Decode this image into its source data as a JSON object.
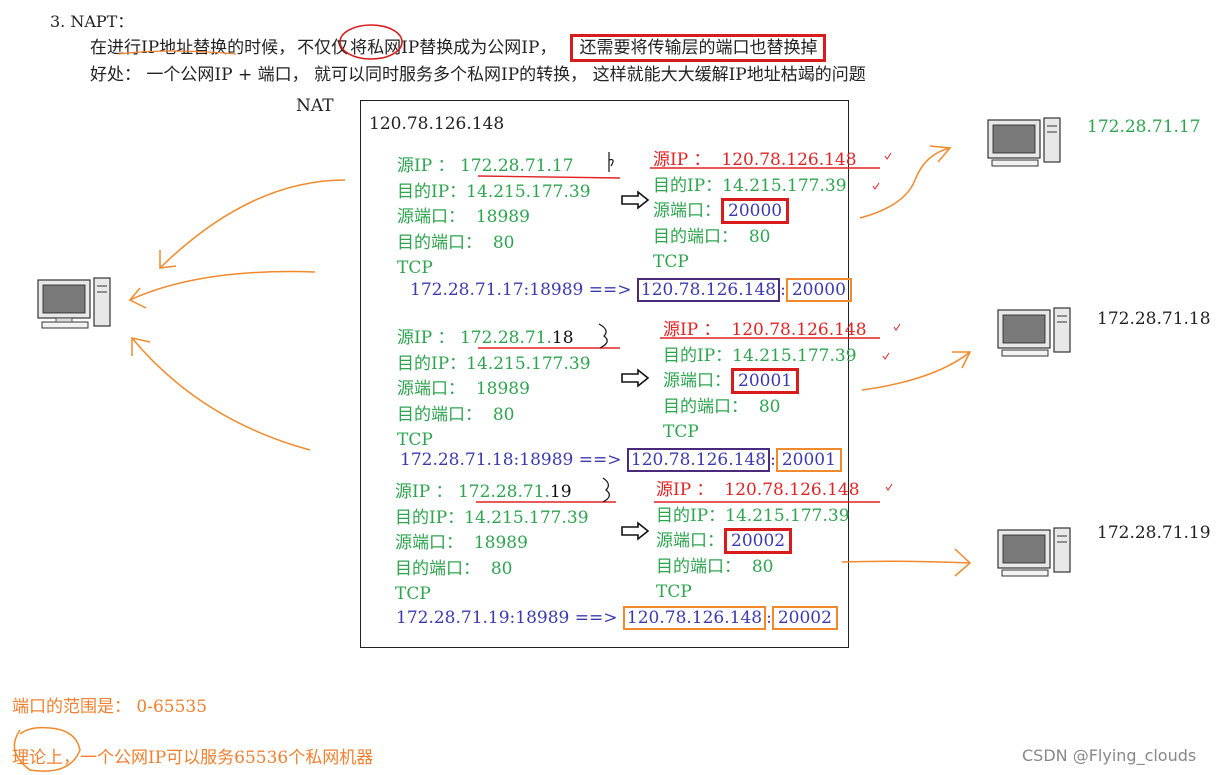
{
  "header": {
    "title": "3. NAPT：",
    "line1_a": "在进行IP地址替换的时候，",
    "line1_b": "不仅仅",
    "line1_c": "将私网IP替换成为公网IP，",
    "line1_d": "还需要将传输层的端口也替换掉",
    "line2": "好处：  一个公网IP + 端口，  就可以同时服务多个私网IP的转换，  这样就能大大缓解IP地址枯竭的问题"
  },
  "nat": {
    "label": "NAT",
    "public_ip": "120.78.126.148"
  },
  "blocks": [
    {
      "src": {
        "src_ip_label": "源IP  ：",
        "src_ip": "172.28.71.17",
        "dst_ip_label": "目的IP：",
        "dst_ip": "14.215.177.39",
        "src_port_label": "源端口：",
        "src_port": "18989",
        "dst_port_label": "目的端口：",
        "dst_port": "80",
        "proto": "TCP"
      },
      "dst": {
        "src_ip_label": "源IP  ：",
        "src_ip": "120.78.126.148",
        "dst_ip_label": "目的IP：",
        "dst_ip": "14.215.177.39",
        "src_port_label": "源端口：",
        "src_port": "20000",
        "dst_port_label": "目的端口：",
        "dst_port": "80",
        "proto": "TCP"
      },
      "mapping_left": "172.28.71.17:18989 ==>",
      "mapping_ip": "120.78.126.148",
      "mapping_colon": ":",
      "mapping_port": "20000"
    },
    {
      "src": {
        "src_ip_label": "源IP  ：",
        "src_ip": "172.28.71.",
        "src_ip_hand": "18",
        "dst_ip_label": "目的IP：",
        "dst_ip": "14.215.177.39",
        "src_port_label": "源端口：",
        "src_port": "18989",
        "dst_port_label": "目的端口：",
        "dst_port": "80",
        "proto": "TCP"
      },
      "dst": {
        "src_ip_label": "源IP  ：",
        "src_ip": "120.78.126.148",
        "dst_ip_label": "目的IP：",
        "dst_ip": "14.215.177.39",
        "src_port_label": "源端口：",
        "src_port": "20001",
        "dst_port_label": "目的端口：",
        "dst_port": "80",
        "proto": "TCP"
      },
      "mapping_left": "172.28.71.18:18989 ==>",
      "mapping_ip": "120.78.126.148",
      "mapping_colon": ":",
      "mapping_port": "20001"
    },
    {
      "src": {
        "src_ip_label": "源IP  ：",
        "src_ip": "172.28.71.",
        "src_ip_hand": "19",
        "dst_ip_label": "目的IP：",
        "dst_ip": "14.215.177.39",
        "src_port_label": "源端口：",
        "src_port": "18989",
        "dst_port_label": "目的端口：",
        "dst_port": "80",
        "proto": "TCP"
      },
      "dst": {
        "src_ip_label": "源IP  ：",
        "src_ip": "120.78.126.148",
        "dst_ip_label": "目的IP：",
        "dst_ip": "14.215.177.39",
        "src_port_label": "源端口：",
        "src_port": "20002",
        "dst_port_label": "目的端口：",
        "dst_port": "80",
        "proto": "TCP"
      },
      "mapping_left": "172.28.71.19:18989 ==>",
      "mapping_ip": "120.78.126.148",
      "mapping_colon": ":",
      "mapping_port": "20002"
    }
  ],
  "hosts": [
    "172.28.71.17",
    "172.28.71.18",
    "172.28.71.19"
  ],
  "footer": {
    "port_range": "端口的范围是：  0-65535",
    "theory_a": "理论上",
    "theory_b": "，一个公网IP可以服务65536个私网机器",
    "watermark": "CSDN @Flying_clouds"
  },
  "colors": {
    "green": "#2ea44f",
    "red": "#e02424",
    "blue": "#3a3ab0",
    "orange": "#f08030",
    "box_red": "#d81b1b"
  }
}
